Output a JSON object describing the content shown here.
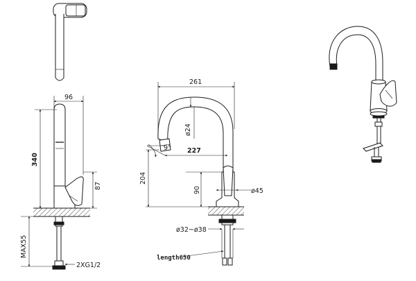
{
  "dimensions": {
    "side_width": "96",
    "side_height": "340",
    "side_lever": "87",
    "side_below": "MAX55",
    "side_thread": "2XG1/2",
    "front_width": "261",
    "front_spout_dia": "ø24",
    "front_reach": "227",
    "front_angle": "9°",
    "front_height": "204",
    "front_body_height": "90",
    "front_body_dia": "ø45",
    "front_hole": "ø32~ø38",
    "front_hose": "length650"
  }
}
